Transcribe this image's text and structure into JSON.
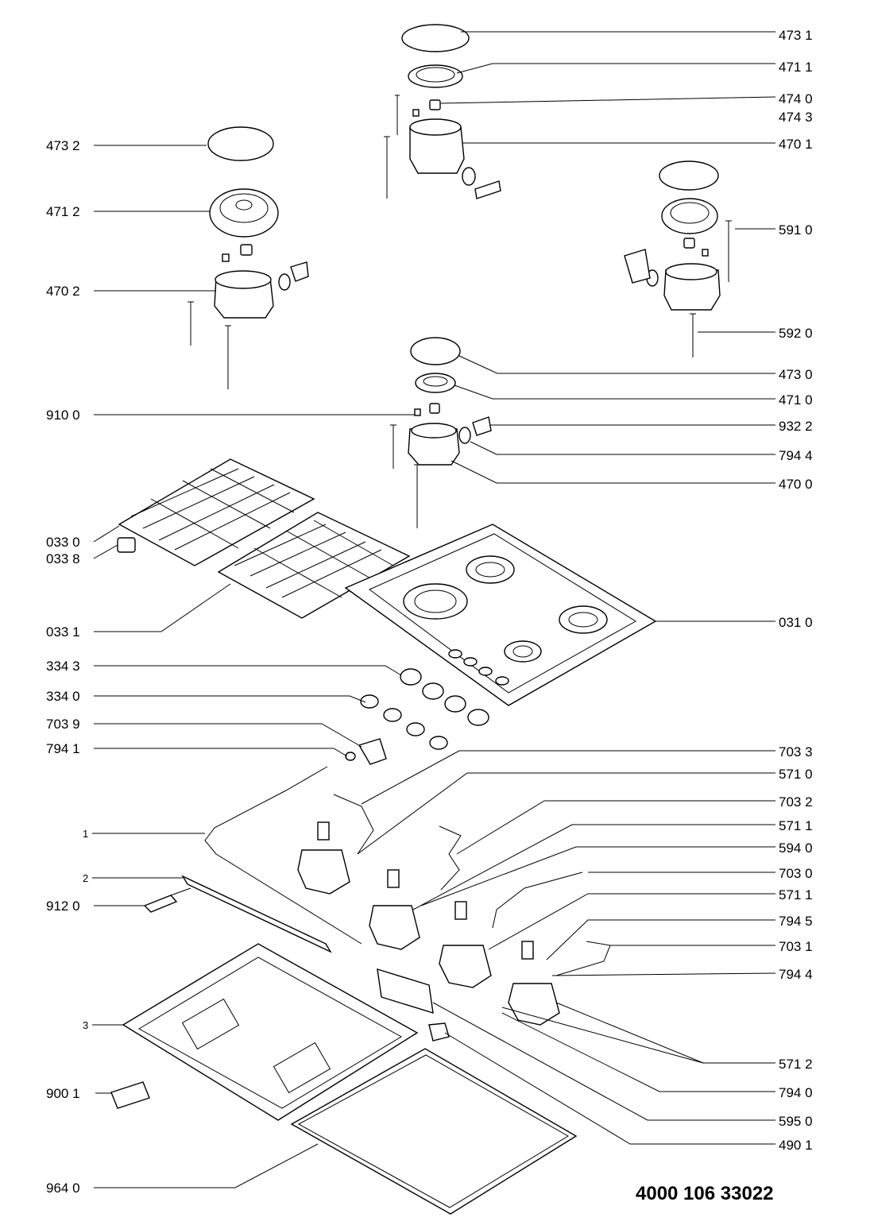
{
  "left_labels": [
    "473 2",
    "471 2",
    "470 2",
    "910 0",
    "033 0",
    "033 8",
    "033 1",
    "334 3",
    "334 0",
    "703 9",
    "794 1",
    "1",
    "2",
    "912 0",
    "3",
    "900 1",
    "964 0"
  ],
  "right_labels": [
    "473 1",
    "471 1",
    "474 0",
    "474 3",
    "470 1",
    "591 0",
    "592 0",
    "473 0",
    "471 0",
    "932 2",
    "794 4",
    "470 0",
    "031 0",
    "703 3",
    "571 0",
    "703 2",
    "571 1",
    "594 0",
    "703 0",
    "571 1",
    "794 5",
    "703 1",
    "794 4",
    "571 2",
    "794 0",
    "595 0",
    "490 1"
  ],
  "document_number": "4000 106 33022"
}
